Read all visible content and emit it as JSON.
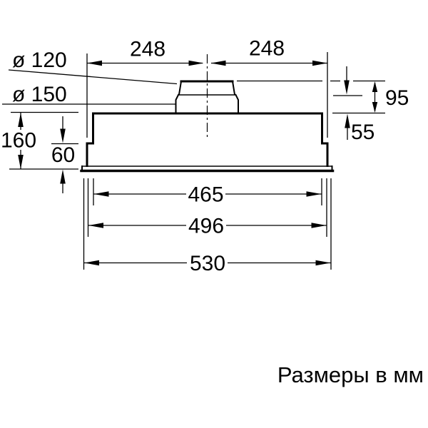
{
  "caption": "Размеры в мм",
  "labels": {
    "dia_duct": "ø 120",
    "dia_adapter": "ø 150",
    "offset_left": "248",
    "offset_right": "248",
    "collar_height": "95",
    "adapter_height": "55",
    "total_height": "160",
    "base_height": "60",
    "width_cutout": "465",
    "width_body": "496",
    "width_total": "530"
  },
  "colors": {
    "line": "#000000",
    "background": "#ffffff"
  }
}
